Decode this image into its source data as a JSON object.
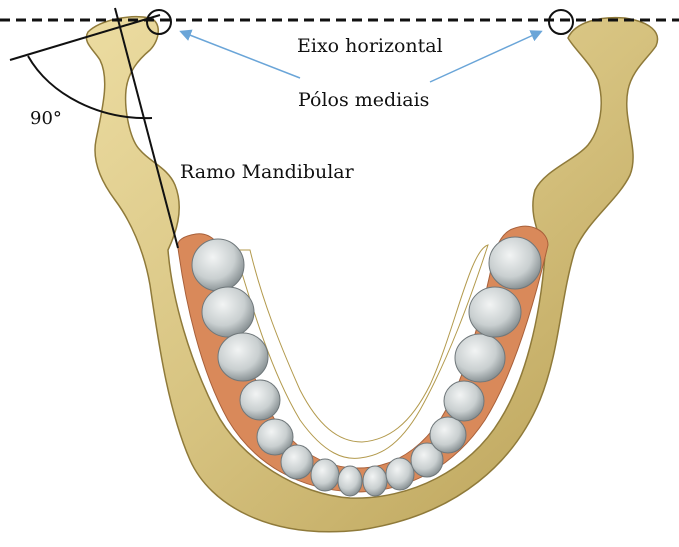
{
  "labels": {
    "horizontal_axis": "Eixo horizontal",
    "medial_poles": "Pólos mediais",
    "mandibular_ramus": "Ramo Mandibular",
    "angle": "90°"
  },
  "colors": {
    "bone": "#d9c585",
    "bone_shadow": "#b39a4d",
    "bone_highlight": "#efe2ad",
    "gum": "#d9895a",
    "tooth": "#d8dcdc",
    "tooth_shadow": "#8e9699",
    "arrow": "#6aa5d8",
    "line": "#111111"
  }
}
